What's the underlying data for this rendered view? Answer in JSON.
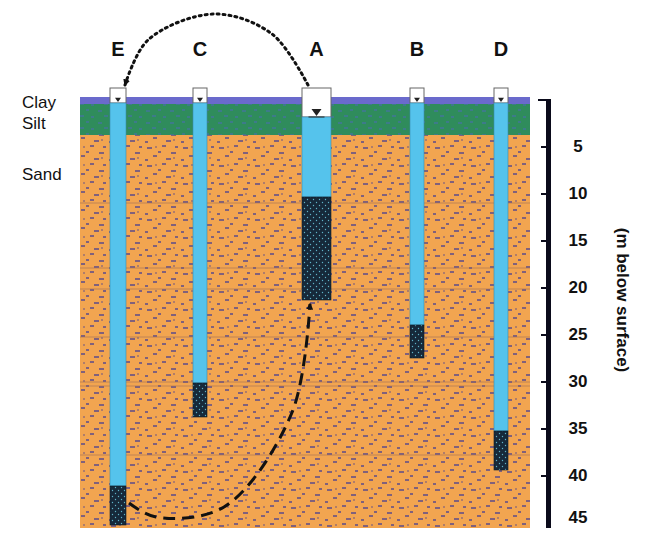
{
  "diagram": {
    "nodes": [
      {
        "text": [
          "E"
        ]
      },
      {
        "text": [
          "C"
        ]
      },
      {
        "text": [
          "A"
        ]
      },
      {
        "text": [
          "B"
        ]
      },
      {
        "text": [
          "D"
        ]
      }
    ],
    "edges": [
      {
        "from": 2,
        "to": 0,
        "arrow": "to"
      },
      {
        "from": 0,
        "to": 2,
        "arrow": "to"
      }
    ],
    "labels": [
      "Clay",
      "Silt",
      "Sand",
      "5",
      "10",
      "15",
      "20",
      "25",
      "30",
      "35",
      "40",
      "45",
      "(m below surface)"
    ]
  }
}
